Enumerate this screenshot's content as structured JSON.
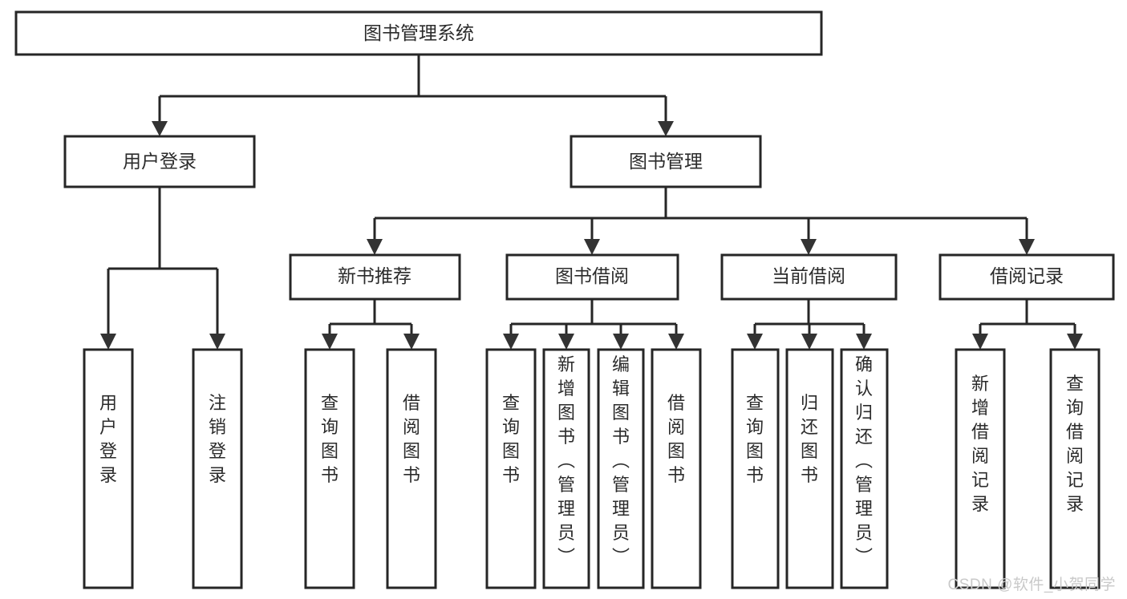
{
  "diagram": {
    "title": "图书管理系统",
    "type": "tree-hierarchy-chart",
    "colors": {
      "background": "#ffffff",
      "box_border": "#262626",
      "box_fill": "#ffffff",
      "connector": "#262626",
      "text": "#2b2b2b",
      "watermark": "#c9c9c9"
    },
    "root": {
      "label": "图书管理系统"
    },
    "level2": [
      {
        "label": "用户登录"
      },
      {
        "label": "图书管理"
      }
    ],
    "level3": [
      {
        "label": "新书推荐"
      },
      {
        "label": "图书借阅"
      },
      {
        "label": "当前借阅"
      },
      {
        "label": "借阅记录"
      }
    ],
    "leaves": {
      "user_login": [
        {
          "label": "用户登录"
        },
        {
          "label": "注销登录"
        }
      ],
      "new_book": [
        {
          "label": "查询图书"
        },
        {
          "label": "借阅图书"
        }
      ],
      "book_borrow": [
        {
          "label": "查询图书"
        },
        {
          "label": "新增图书（管理员）"
        },
        {
          "label": "编辑图书（管理员）"
        },
        {
          "label": "借阅图书"
        }
      ],
      "current_borrow": [
        {
          "label": "查询图书"
        },
        {
          "label": "归还图书"
        },
        {
          "label": "确认归还（管理员）"
        }
      ],
      "borrow_record": [
        {
          "label": "新增借阅记录"
        },
        {
          "label": "查询借阅记录"
        }
      ]
    }
  },
  "watermark": {
    "text": "CSDN @软件_小贺同学"
  }
}
